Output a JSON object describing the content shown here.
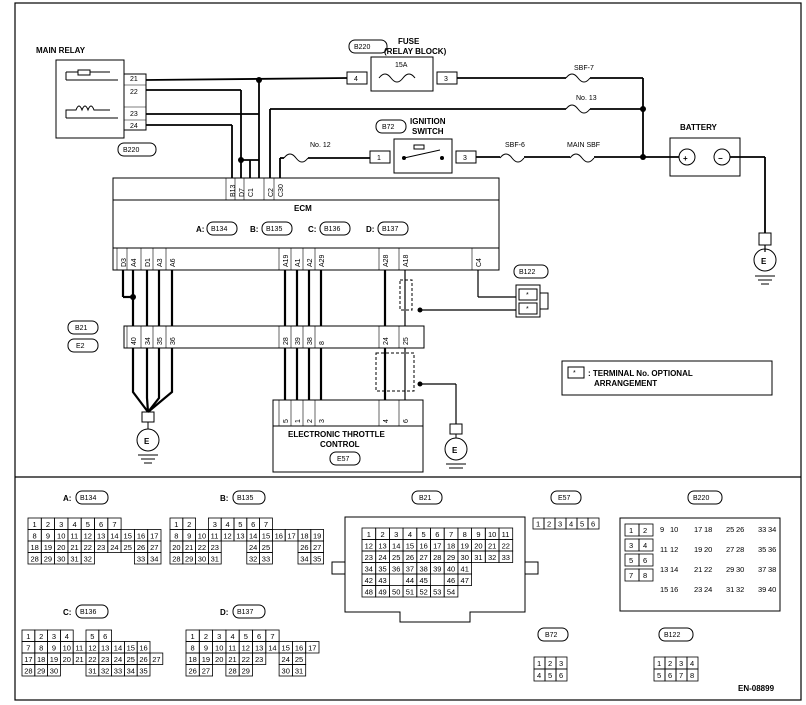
{
  "labels": {
    "main_relay": "MAIN RELAY",
    "fuse": "FUSE",
    "relay_block": "(RELAY BLOCK)",
    "fuse_15a": "15A",
    "sbf7": "SBF-7",
    "no13": "No. 13",
    "ignition": "IGNITION",
    "switch": "SWITCH",
    "no12": "No. 12",
    "sbf6": "SBF-6",
    "main_sbf": "MAIN SBF",
    "battery": "BATTERY",
    "ecm": "ECM",
    "etc_line1": "ELECTRONIC THROTTLE",
    "etc_line2": "CONTROL",
    "note_line1": ": TERMINAL No. OPTIONAL",
    "note_line2": "ARRANGEMENT",
    "note_star": "*",
    "ground": "E",
    "figure_id": "EN-08899",
    "plus": "+",
    "minus": "−"
  },
  "badges": {
    "b220_top": "B220",
    "b220_relay": "B220",
    "b72": "B72",
    "b122": "B122",
    "b21": "B21",
    "e2": "E2",
    "e57": "E57",
    "b134": "B134",
    "b135": "B135",
    "b136": "B136",
    "b137": "B137"
  },
  "ecm_connectors": [
    {
      "prefix": "A:",
      "code": "B134"
    },
    {
      "prefix": "B:",
      "code": "B135"
    },
    {
      "prefix": "C:",
      "code": "B136"
    },
    {
      "prefix": "D:",
      "code": "B137"
    }
  ],
  "relay_pins": [
    "21",
    "22",
    "23",
    "24"
  ],
  "fuse_pins": {
    "left": "4",
    "right": "3"
  },
  "ign_pins": {
    "left": "1",
    "right": "3"
  },
  "ecm_top_pins": [
    "B13",
    "D7",
    "C1",
    "C2",
    "C30"
  ],
  "ecm_bottom_pins": [
    "D3",
    "A4",
    "D1",
    "A3",
    "A6",
    "A19",
    "A1",
    "A2",
    "A29",
    "A28",
    "A18",
    "C4"
  ],
  "b21_pins": [
    "40",
    "34",
    "35",
    "36",
    "28",
    "39",
    "38",
    "8",
    "24",
    "25"
  ],
  "etc_pins": [
    "5",
    "1",
    "2",
    "3",
    "4",
    "6"
  ],
  "b122_pins": [
    "*",
    "*"
  ],
  "bottom_panel": {
    "b134_title": "A:",
    "b135_title": "B:",
    "b136_title": "C:",
    "b137_title": "D:",
    "b21_title": "B21",
    "e57_title": "E57",
    "b220_title": "B220",
    "b72_title": "B72",
    "b122_title": "B122"
  },
  "grids": {
    "b134": [
      [
        "1",
        "2",
        "3",
        "4",
        "5",
        "6",
        "7"
      ],
      [
        "8",
        "9",
        "10",
        "11",
        "12",
        "13",
        "14",
        "15",
        "16",
        "17"
      ],
      [
        "18",
        "19",
        "20",
        "21",
        "22",
        "23",
        "24",
        "25",
        "26",
        "27"
      ],
      [
        "28",
        "29",
        "30",
        "31",
        "32",
        "",
        "",
        "",
        "33",
        "34"
      ]
    ],
    "b135": [
      [
        "1",
        "2",
        "",
        "3",
        "4",
        "5",
        "6",
        "7"
      ],
      [
        "8",
        "9",
        "10",
        "11",
        "12",
        "13",
        "14",
        "15",
        "16",
        "17",
        "18",
        "19"
      ],
      [
        "20",
        "21",
        "22",
        "23",
        "",
        "",
        "24",
        "25",
        "",
        "",
        "26",
        "27"
      ],
      [
        "28",
        "29",
        "30",
        "31",
        "",
        "",
        "32",
        "33",
        "",
        "",
        "34",
        "35"
      ]
    ],
    "b136": [
      [
        "1",
        "2",
        "3",
        "4",
        "",
        "5",
        "6"
      ],
      [
        "7",
        "8",
        "9",
        "10",
        "11",
        "12",
        "13",
        "14",
        "15",
        "16"
      ],
      [
        "17",
        "18",
        "19",
        "20",
        "21",
        "22",
        "23",
        "24",
        "25",
        "26",
        "27"
      ],
      [
        "28",
        "29",
        "30",
        "",
        "",
        "31",
        "32",
        "33",
        "34",
        "35"
      ]
    ],
    "b137": [
      [
        "1",
        "2",
        "3",
        "4",
        "5",
        "6",
        "7"
      ],
      [
        "8",
        "9",
        "10",
        "11",
        "12",
        "13",
        "14",
        "15",
        "16",
        "17"
      ],
      [
        "18",
        "19",
        "20",
        "21",
        "22",
        "23",
        "",
        "24",
        "25"
      ],
      [
        "26",
        "27",
        "",
        "28",
        "29",
        "",
        "",
        "30",
        "31"
      ]
    ],
    "b21": [
      [
        "1",
        "2",
        "3",
        "4",
        "5",
        "6",
        "7",
        "8",
        "9",
        "10",
        "11"
      ],
      [
        "12",
        "13",
        "14",
        "15",
        "16",
        "17",
        "18",
        "19",
        "20",
        "21",
        "22"
      ],
      [
        "23",
        "24",
        "25",
        "26",
        "27",
        "28",
        "29",
        "30",
        "31",
        "32",
        "33"
      ],
      [
        "34",
        "35",
        "36",
        "37",
        "38",
        "39",
        "40",
        "41"
      ],
      [
        "42",
        "43",
        "",
        "44",
        "45",
        "",
        "46",
        "47"
      ],
      [
        "48",
        "49",
        "50",
        "51",
        "52",
        "53",
        "54"
      ]
    ],
    "e57": [
      "1",
      "2",
      "3",
      "4",
      "5",
      "6"
    ],
    "b220_col1": [
      "1",
      "2",
      "3",
      "4",
      "5",
      "6",
      "7",
      "8"
    ],
    "b220_rest": [
      "9",
      "10",
      "11",
      "12",
      "13",
      "14",
      "15",
      "16",
      "17",
      "18",
      "19",
      "20",
      "21",
      "22",
      "23",
      "24",
      "25",
      "26",
      "27",
      "28",
      "29",
      "30",
      "31",
      "32",
      "33",
      "34",
      "35",
      "36",
      "37",
      "38",
      "39",
      "40"
    ],
    "b72": [
      "1",
      "2",
      "3",
      "4",
      "5",
      "6"
    ],
    "b122": [
      "1",
      "2",
      "3",
      "4",
      "5",
      "6",
      "7",
      "8"
    ]
  }
}
